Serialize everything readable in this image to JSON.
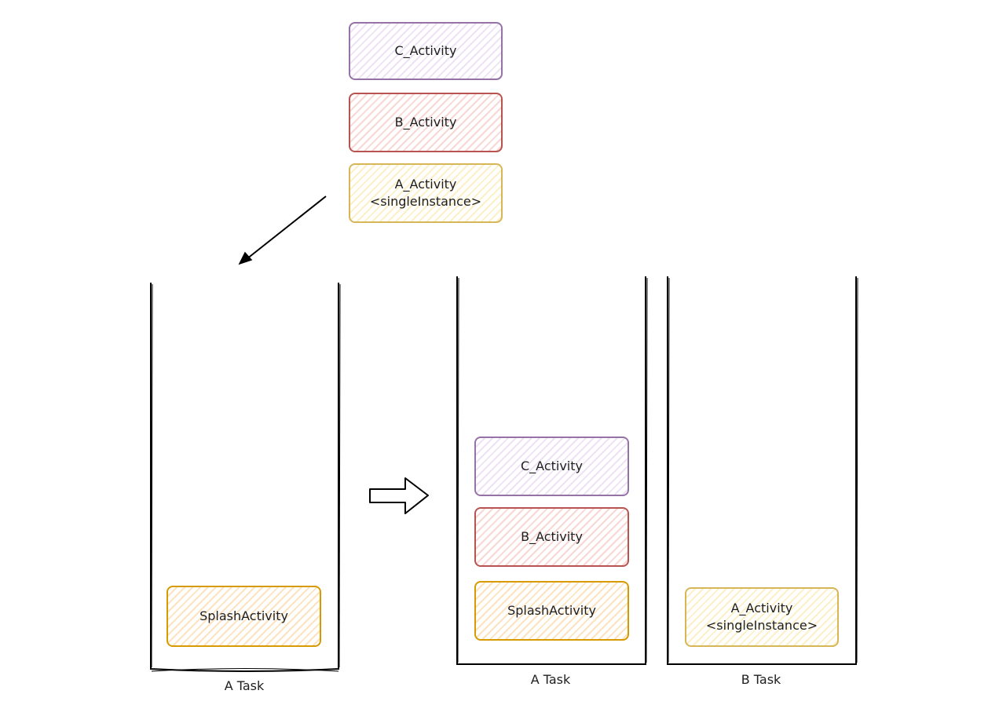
{
  "incoming_stack": {
    "c_activity": "C_Activity",
    "b_activity": "B_Activity",
    "a_activity_name": "A_Activity",
    "a_activity_mode": "<singleInstance>"
  },
  "before": {
    "task_label": "A Task",
    "splash_activity": "SplashActivity"
  },
  "after_a_task": {
    "task_label": "A Task",
    "c_activity": "C_Activity",
    "b_activity": "B_Activity",
    "splash_activity": "SplashActivity"
  },
  "after_b_task": {
    "task_label": "B Task",
    "a_activity_name": "A_Activity",
    "a_activity_mode": "<singleInstance>"
  },
  "colors": {
    "purple": "#9673a6",
    "red": "#b85450",
    "yellow": "#d6b656",
    "orange": "#d79b00",
    "stroke": "#000000"
  }
}
